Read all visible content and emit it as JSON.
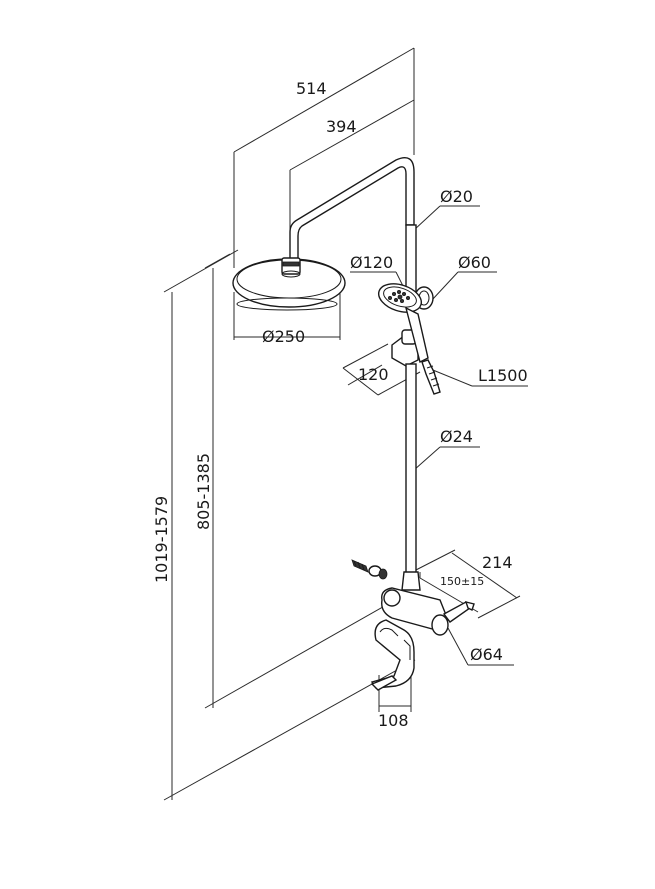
{
  "dimensions": {
    "width_total": "514",
    "arm_reach": "394",
    "overhead_diameter": "Ø250",
    "pipe_top_diameter": "Ø20",
    "hand_shower_diameter": "Ø120",
    "holder_diameter": "Ø60",
    "hose_length": "L1500",
    "holder_offset": "120",
    "pipe_diameter": "Ø24",
    "height_range_outer": "1019-1579",
    "height_range_inner": "805-1385",
    "mixer_depth": "214",
    "connector_spacing": "150±15",
    "flange_diameter": "Ø64",
    "spout_width": "108"
  }
}
